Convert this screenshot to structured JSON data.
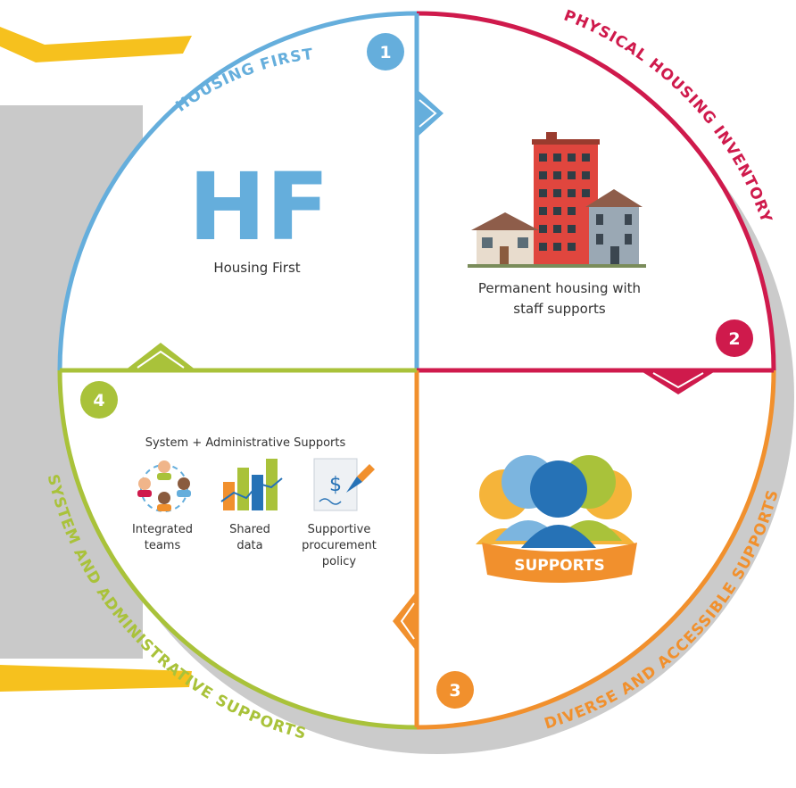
{
  "quadrants": [
    {
      "number": "1",
      "title": "HOUSING FIRST",
      "color": "#65aedc"
    },
    {
      "number": "2",
      "title": "PHYSICAL HOUSING INVENTORY",
      "color": "#cf1a4c"
    },
    {
      "number": "3",
      "title": "DIVERSE AND ACCESSIBLE SUPPORTS",
      "color": "#f1902d"
    },
    {
      "number": "4",
      "title": "SYSTEM AND ADMINISTRATIVE SUPPORTS",
      "color": "#a9c23a"
    }
  ],
  "hf": {
    "acronym": "HF",
    "caption": "Housing First"
  },
  "housing": {
    "caption_line1": "Permanent housing with",
    "caption_line2": "staff supports"
  },
  "supports": {
    "banner": "SUPPORTS"
  },
  "system": {
    "heading": "System + Administrative Supports",
    "items": [
      {
        "icon": "team-icon",
        "lines": [
          "Integrated",
          "teams"
        ]
      },
      {
        "icon": "bar-chart-icon",
        "lines": [
          "Shared",
          "data"
        ]
      },
      {
        "icon": "policy-document-icon",
        "lines": [
          "Supportive",
          "procurement",
          "policy"
        ]
      }
    ]
  },
  "colors": {
    "accent_yellow": "#f6c11e",
    "shadow_gray": "#c9c9c9"
  }
}
